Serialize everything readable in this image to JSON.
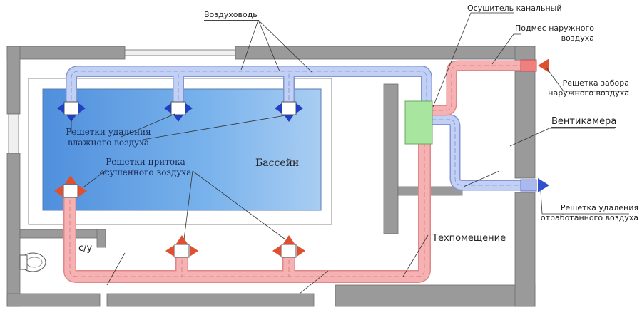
{
  "labels": {
    "ducts": "Воздуховоды",
    "dehumidifier": "Осушитель канальный",
    "fresh_air_mix": "Подмес наружного воздуха",
    "intake_grille": "Решетка забора наружного воздуха",
    "ventroom": "Вентикамера",
    "exhaust_grille": "Решетка удаления отработанного воздуха",
    "humid_extract": "Решетки удаления влажного воздуха",
    "dry_supply": "Решетки притока осушенного воздуха",
    "pool": "Бассейн",
    "techroom": "Техпомещение",
    "wc": "с/у"
  },
  "colors": {
    "wall": "#9a9a9a",
    "pool": "#6fa8e6",
    "extract_duct": "#b8c8f4",
    "supply_duct": "#f4a8a8",
    "dehumidifier": "#a8e6a0",
    "supply_arrow": "#e05030",
    "extract_arrow": "#3050d0"
  }
}
